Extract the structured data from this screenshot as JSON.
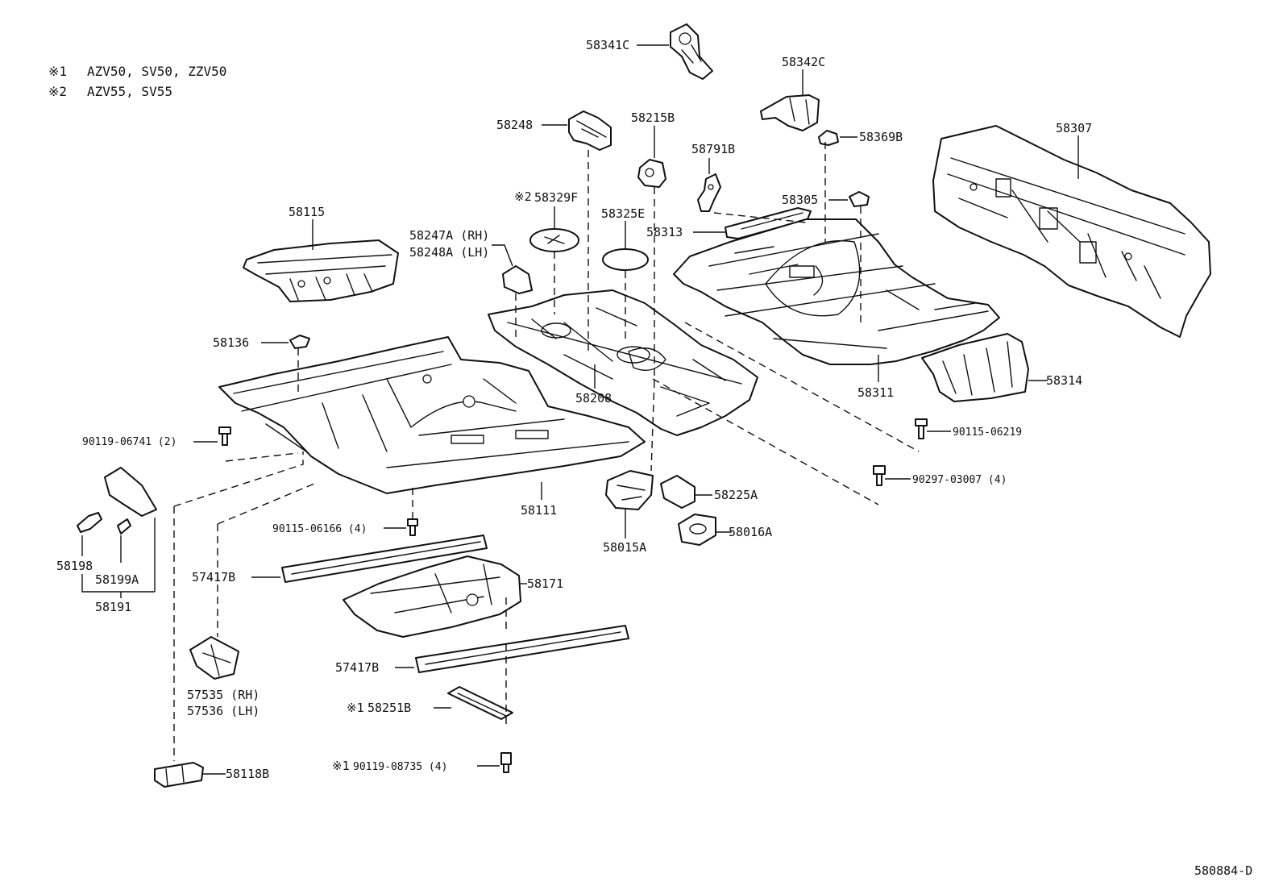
{
  "notes": [
    {
      "mark": "※1",
      "text": "AZV50, SV50, ZZV50"
    },
    {
      "mark": "※2",
      "text": "AZV55, SV55"
    }
  ],
  "part_labels": {
    "p58341C": "58341C",
    "p58342C": "58342C",
    "p58248": "58248",
    "p58215B": "58215B",
    "p58369B": "58369B",
    "p58307": "58307",
    "p58791B": "58791B",
    "p58329F": "58329F",
    "p58329F_mark": "※2",
    "p58325E": "58325E",
    "p58305": "58305",
    "p58115": "58115",
    "p58247A": "58247A (RH)",
    "p58248A": "58248A (LH)",
    "p58313": "58313",
    "p58136": "58136",
    "p58208": "58208",
    "p58311": "58311",
    "p58314": "58314",
    "p90119_06741": "90119-06741 (2)",
    "p90115_06219": "90115-06219",
    "p90297_03007": "90297-03007 (4)",
    "p58225A": "58225A",
    "p58111": "58111",
    "p90115_06166": "90115-06166 (4)",
    "p58016A": "58016A",
    "p58015A": "58015A",
    "p58198": "58198",
    "p58199A": "58199A",
    "p58191": "58191",
    "p57417B_upper": "57417B",
    "p58171": "58171",
    "p57417B_lower": "57417B",
    "p57535": "57535 (RH)",
    "p57536": "57536 (LH)",
    "p58251B": "58251B",
    "p58251B_mark": "※1",
    "p90119_08735": "90119-08735 (4)",
    "p90119_08735_mark": "※1",
    "p58118B": "58118B"
  },
  "diagram_code": "580884-D"
}
